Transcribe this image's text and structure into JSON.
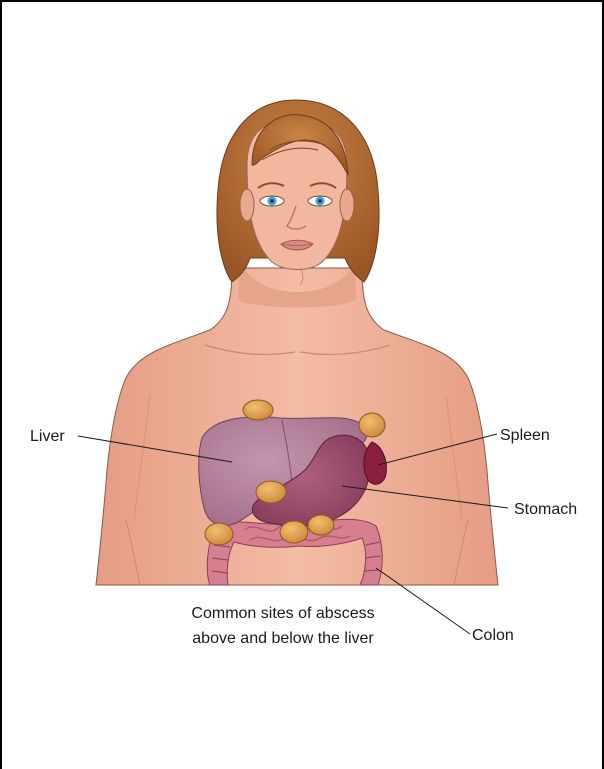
{
  "labels": {
    "liver": "Liver",
    "spleen": "Spleen",
    "stomach": "Stomach",
    "colon": "Colon"
  },
  "caption": {
    "line1": "Common sites of abscess",
    "line2": "above and below the liver"
  },
  "colors": {
    "skin": "#efb29a",
    "skin_shade": "#e39c84",
    "hair": "#b4692f",
    "liver": "#b57f9a",
    "stomach": "#9c4a6a",
    "spleen": "#8c1f3d",
    "colon": "#d57f91",
    "abscess": "#e2a04e",
    "iris": "#3aa6d6"
  }
}
